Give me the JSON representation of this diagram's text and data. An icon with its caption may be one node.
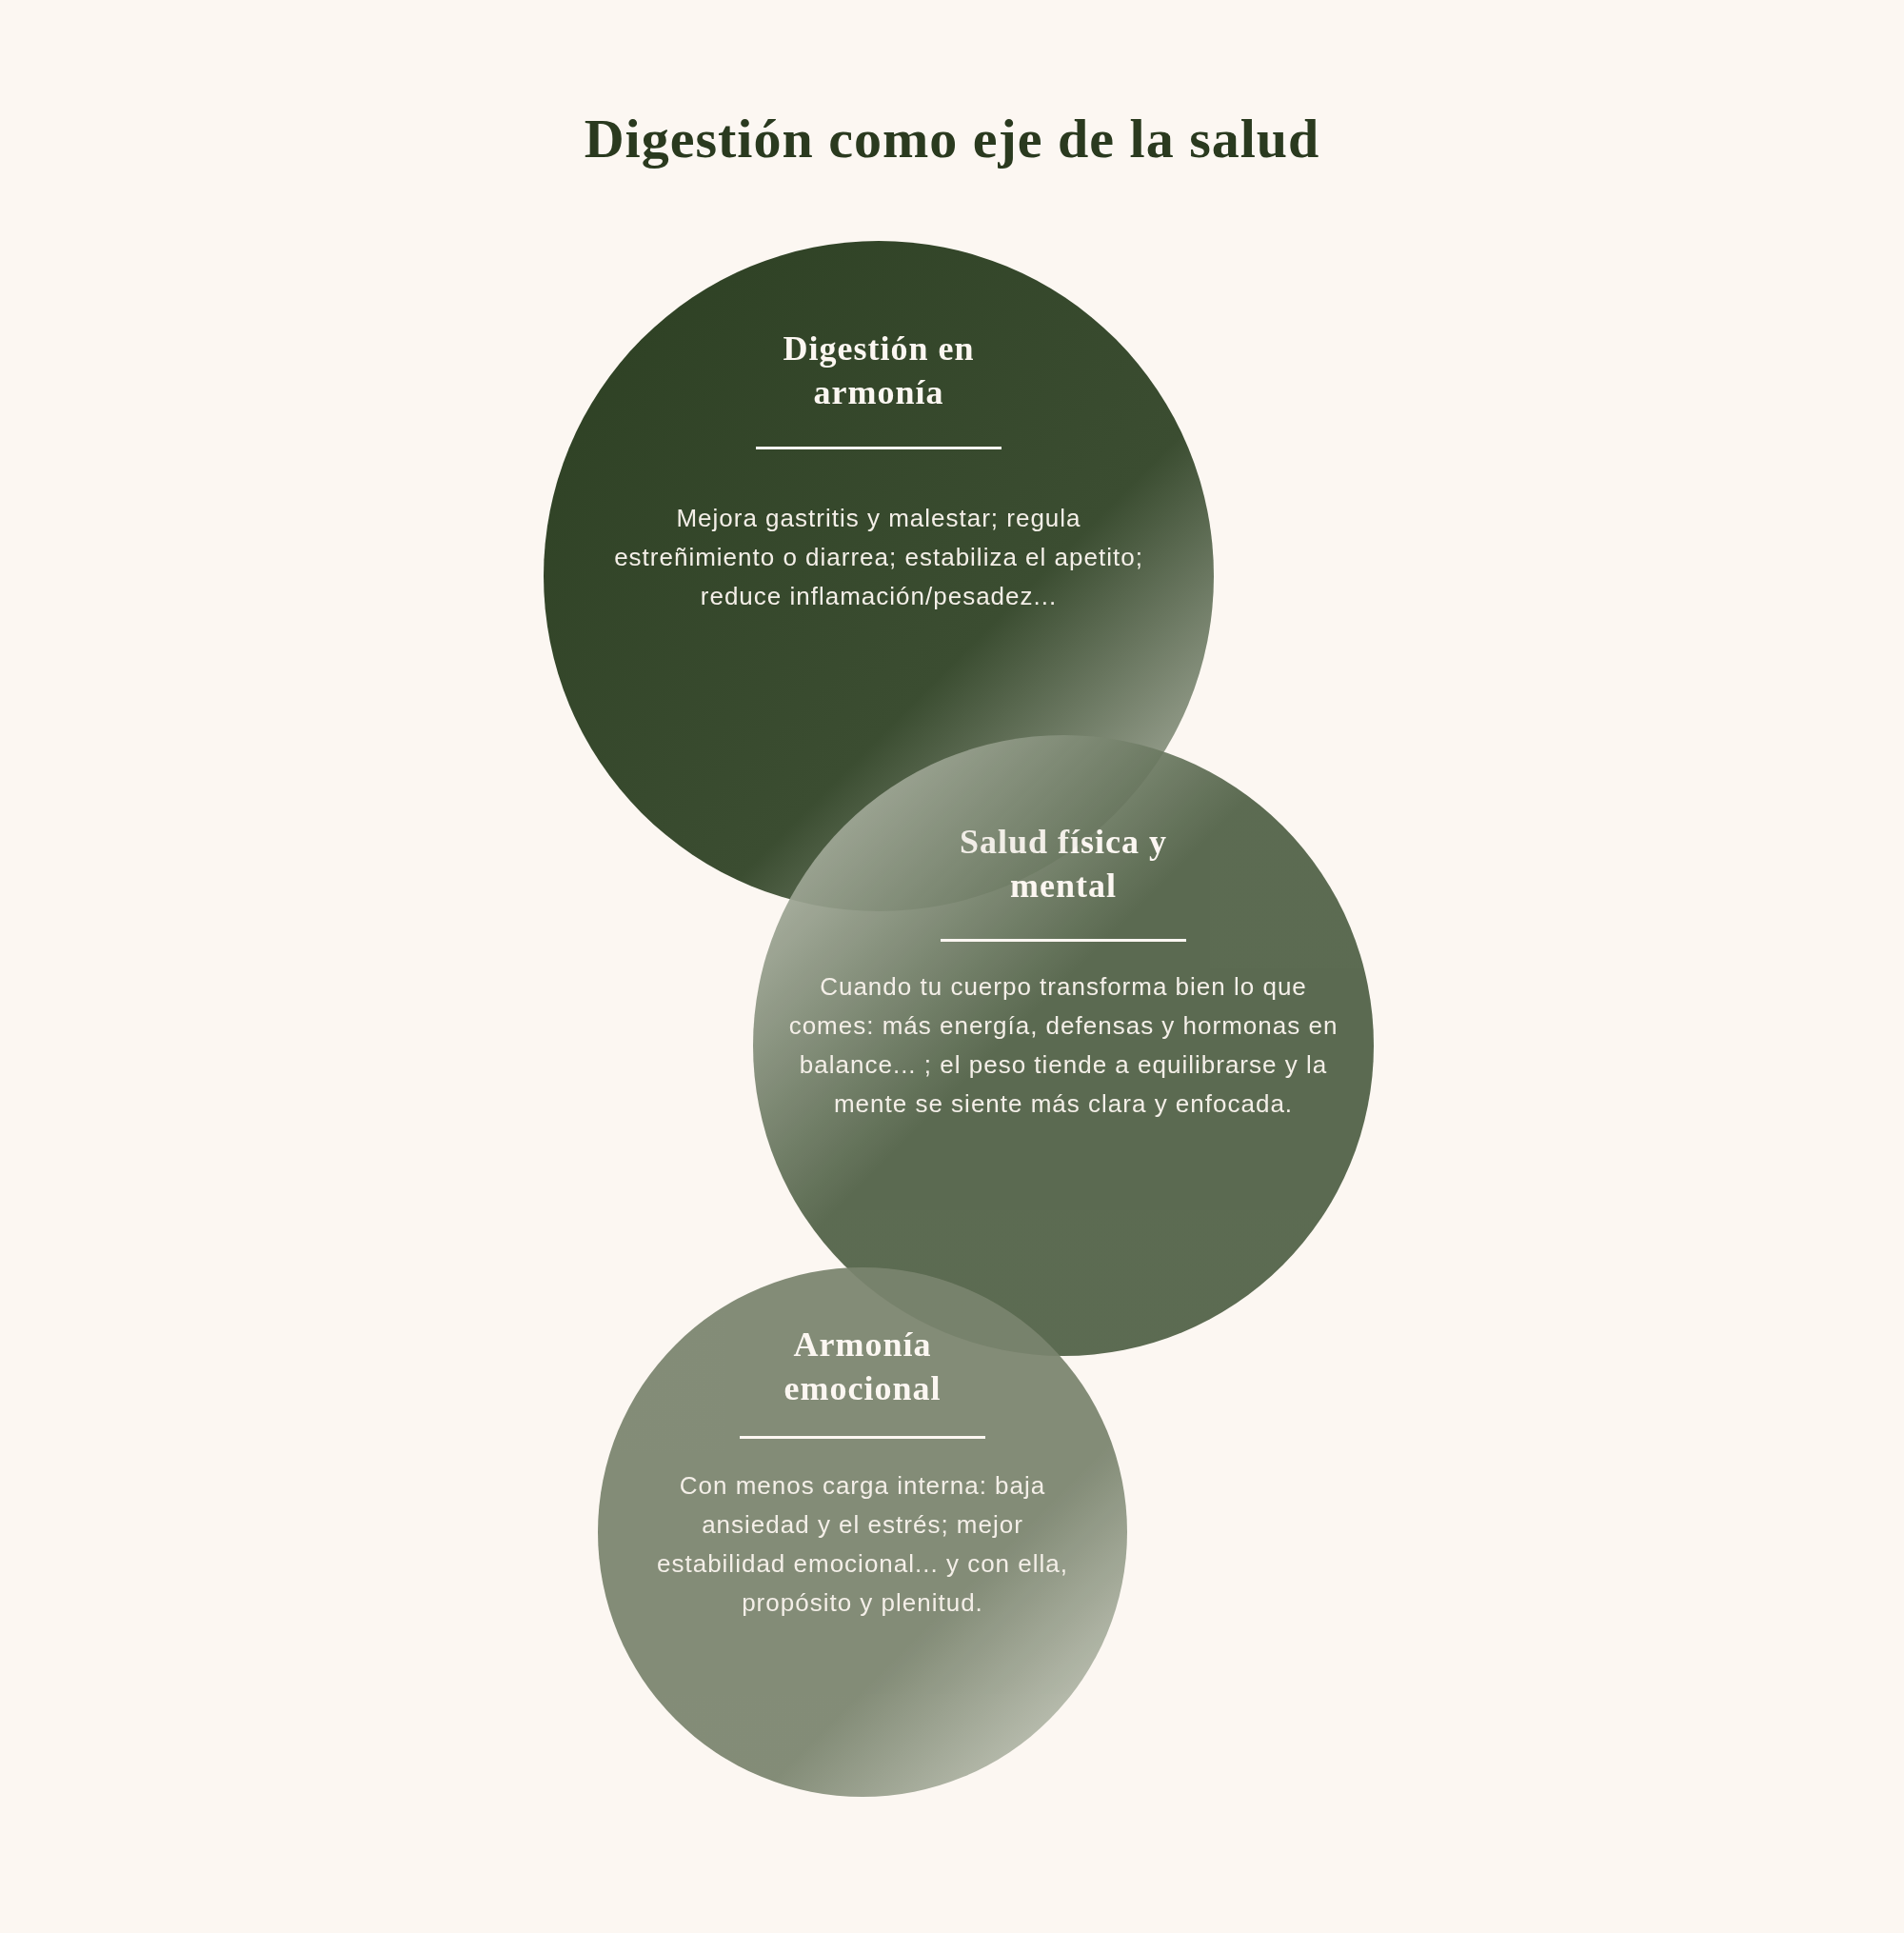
{
  "diagram": {
    "title": "Digestión como eje de la salud",
    "nodes": [
      {
        "text": [
          "Digestión en armonía",
          "Mejora gastritis y malestar; regula estreñimiento o diarrea; estabiliza el apetito; reduce inflamación/pesadez..."
        ]
      },
      {
        "text": [
          "Salud física y mental",
          "Cuando tu cuerpo transforma bien lo que comes: más energía, defensas y hormonas en balance... ; el peso tiende a equilibrarse y la mente se siente más clara y enfocada."
        ]
      },
      {
        "text": [
          "Armonía emocional",
          "Con menos carga interna: baja ansiedad y el estrés; mejor estabilidad emocional... y con ella, propósito y plenitud."
        ]
      }
    ]
  }
}
